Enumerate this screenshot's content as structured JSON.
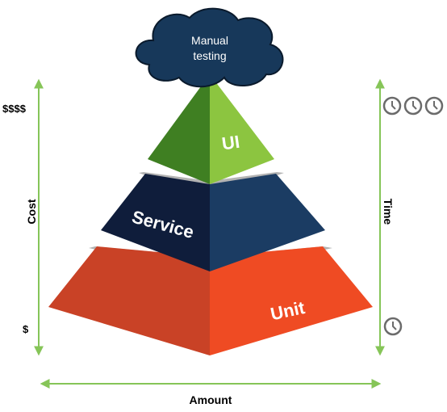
{
  "cloud": {
    "line1": "Manual",
    "line2": "testing"
  },
  "layers": {
    "ui": "UI",
    "service": "Service",
    "unit": "Unit"
  },
  "axes": {
    "cost": {
      "label": "Cost",
      "high": "$$$$",
      "low": "$"
    },
    "time": {
      "label": "Time"
    },
    "amount": {
      "label": "Amount"
    }
  },
  "colors": {
    "cloud": "#17385a",
    "ui_dark": "#3f7f22",
    "ui_light": "#8cc540",
    "service_dark": "#0f1d3b",
    "service_light": "#1b3c63",
    "unit_dark": "#c94226",
    "unit_light": "#ef4b23",
    "gap": "#b3b3b3",
    "arrow": "#86c558"
  },
  "icons": {
    "clock": "clock-icon"
  }
}
